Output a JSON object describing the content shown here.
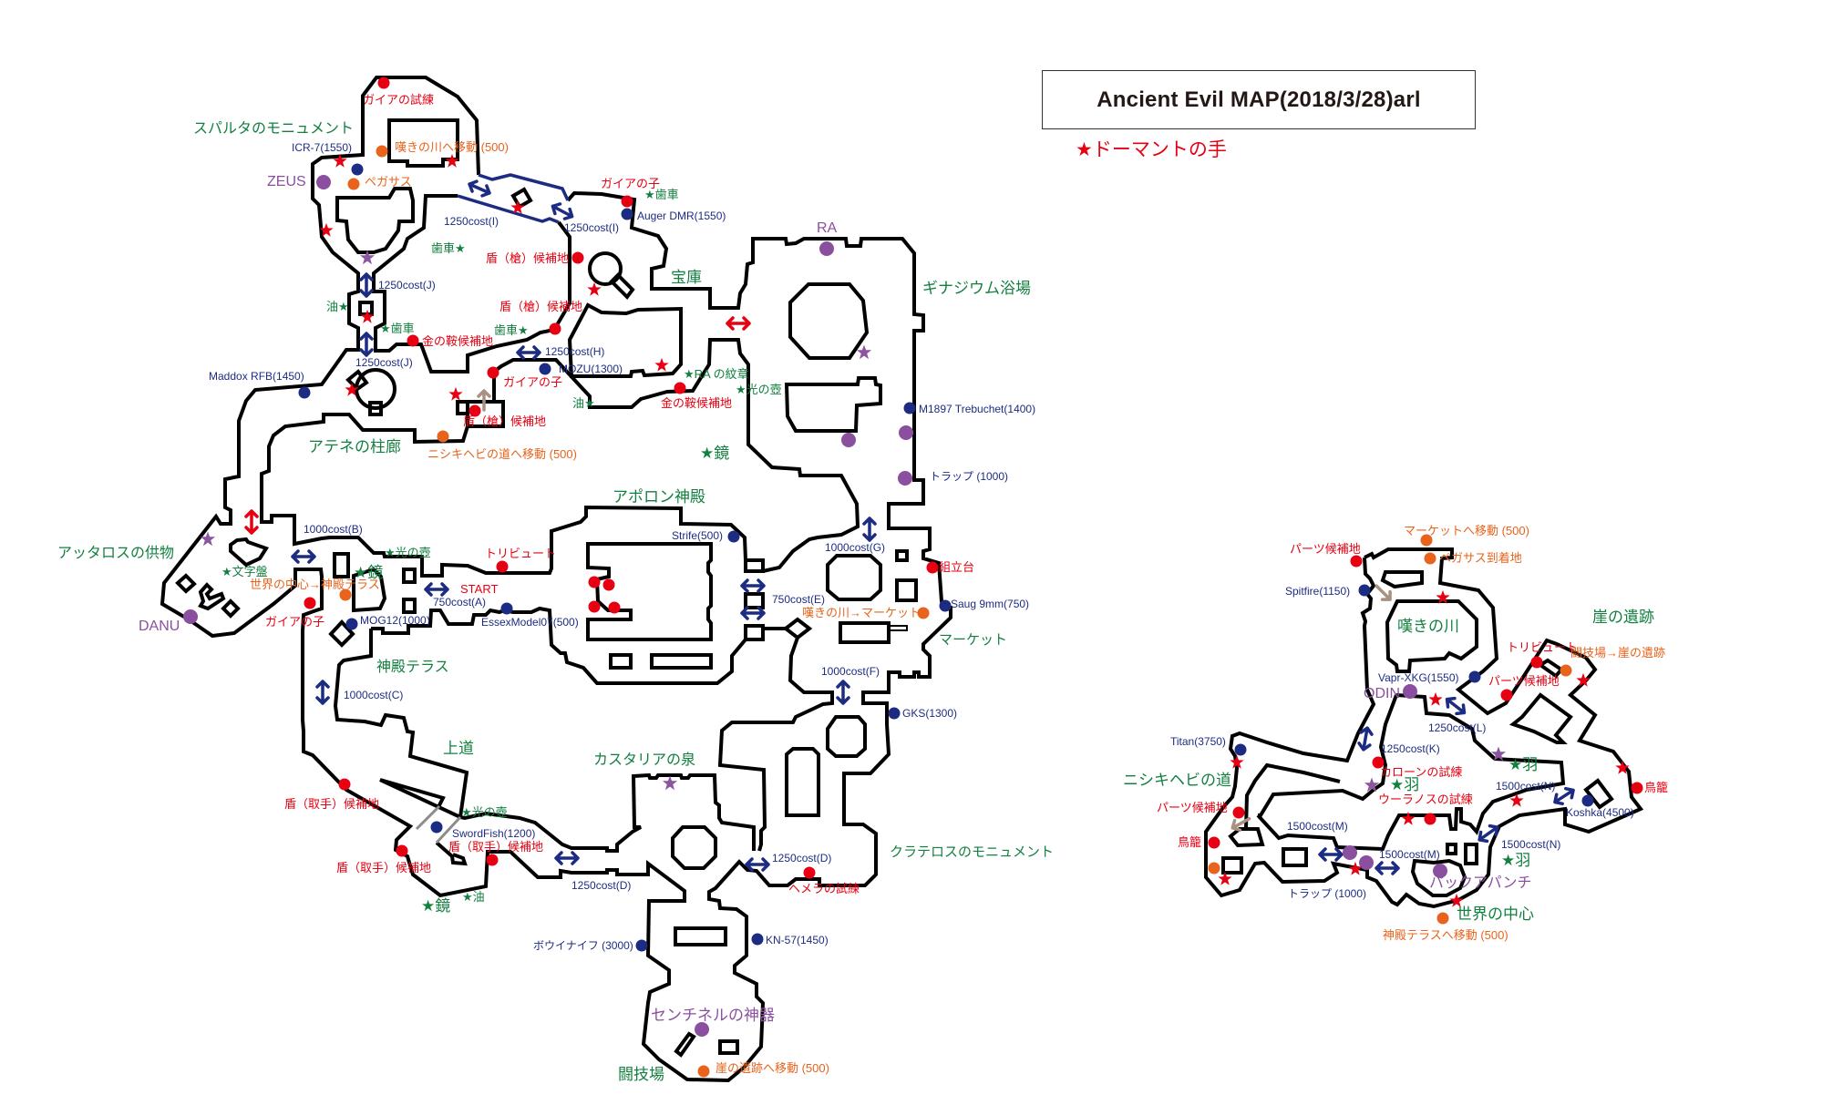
{
  "title": "Ancient Evil MAP(2018/3/28)arl",
  "legend": {
    "dormant_hand": "★ドーマントの手"
  },
  "colors": {
    "area": "#138040",
    "trial": "#e60012",
    "weapon": "#1d2c83",
    "warp": "#e8631c",
    "god": "#8b4f9f",
    "wall": "#000000",
    "door": "#1d2c83",
    "tan": "#a89180",
    "grey": "#8c8c8c"
  },
  "left_map": {
    "labels": [
      {
        "text": "ガイアの試練",
        "type": "trial"
      },
      {
        "text": "スパルタのモニュメント",
        "type": "area"
      },
      {
        "text": "ICR-7(1550)",
        "type": "weapon"
      },
      {
        "text": "嘆きの川へ移動 (500)",
        "type": "warp"
      },
      {
        "text": "ZEUS",
        "type": "god"
      },
      {
        "text": "ペガサス",
        "type": "warp"
      },
      {
        "text": "ガイアの子",
        "type": "trial"
      },
      {
        "text": "★歯車",
        "type": "item"
      },
      {
        "text": "Auger DMR(1550)",
        "type": "weapon"
      },
      {
        "text": "1250cost(I)",
        "type": "door"
      },
      {
        "text": "1250cost(I)",
        "type": "door"
      },
      {
        "text": "RA",
        "type": "god"
      },
      {
        "text": "歯車★",
        "type": "item"
      },
      {
        "text": "盾（槍）候補地",
        "type": "trial"
      },
      {
        "text": "宝庫",
        "type": "area"
      },
      {
        "text": "ギナジウム浴場",
        "type": "area"
      },
      {
        "text": "1250cost(J)",
        "type": "door"
      },
      {
        "text": "油★",
        "type": "item"
      },
      {
        "text": "盾（槍）候補地",
        "type": "trial"
      },
      {
        "text": "★歯車",
        "type": "item"
      },
      {
        "text": "歯車★",
        "type": "item"
      },
      {
        "text": "金の鞍候補地",
        "type": "trial"
      },
      {
        "text": "1250cost(H)",
        "type": "door"
      },
      {
        "text": "1250cost(J)",
        "type": "door"
      },
      {
        "text": "Maddox RFB(1450)",
        "type": "weapon"
      },
      {
        "text": "MOZU(1300)",
        "type": "weapon"
      },
      {
        "text": "★RA の紋章",
        "type": "item"
      },
      {
        "text": "ガイアの子",
        "type": "trial"
      },
      {
        "text": "★光の壺",
        "type": "item"
      },
      {
        "text": "油★",
        "type": "item"
      },
      {
        "text": "金の鞍候補地",
        "type": "trial"
      },
      {
        "text": "M1897 Trebuchet(1400)",
        "type": "weapon"
      },
      {
        "text": "盾（槍）候補地",
        "type": "trial"
      },
      {
        "text": "アテネの柱廊",
        "type": "area"
      },
      {
        "text": "ニシキヘビの道へ移動 (500)",
        "type": "warp"
      },
      {
        "text": "★鏡",
        "type": "item"
      },
      {
        "text": "トラップ (1000)",
        "type": "weapon"
      },
      {
        "text": "アポロン神殿",
        "type": "area"
      },
      {
        "text": "1000cost(B)",
        "type": "door"
      },
      {
        "text": "Strife(500)",
        "type": "weapon"
      },
      {
        "text": "1000cost(G)",
        "type": "door"
      },
      {
        "text": "アッタロスの供物",
        "type": "area"
      },
      {
        "text": "★光の壺",
        "type": "item"
      },
      {
        "text": "トリビュート",
        "type": "trial"
      },
      {
        "text": "組立台",
        "type": "trial"
      },
      {
        "text": "★文字盤",
        "type": "item"
      },
      {
        "text": "★鏡",
        "type": "item"
      },
      {
        "text": "世界の中心→神殿テラス",
        "type": "warp"
      },
      {
        "text": "START",
        "type": "trial"
      },
      {
        "text": "750cost(E)",
        "type": "door"
      },
      {
        "text": "750cost(A)",
        "type": "door"
      },
      {
        "text": "Saug 9mm(750)",
        "type": "weapon"
      },
      {
        "text": "嘆きの川→マーケット",
        "type": "warp"
      },
      {
        "text": "MOG12(1000)",
        "type": "weapon"
      },
      {
        "text": "ガイアの子",
        "type": "trial"
      },
      {
        "text": "EssexModel07(500)",
        "type": "weapon"
      },
      {
        "text": "DANU",
        "type": "god"
      },
      {
        "text": "マーケット",
        "type": "area"
      },
      {
        "text": "神殿テラス",
        "type": "area"
      },
      {
        "text": "1000cost(F)",
        "type": "door"
      },
      {
        "text": "1000cost(C)",
        "type": "door"
      },
      {
        "text": "GKS(1300)",
        "type": "weapon"
      },
      {
        "text": "上道",
        "type": "area"
      },
      {
        "text": "カスタリアの泉",
        "type": "area"
      },
      {
        "text": "盾（取手）候補地",
        "type": "trial"
      },
      {
        "text": "★光の壺",
        "type": "item"
      },
      {
        "text": "SwordFish(1200)",
        "type": "weapon"
      },
      {
        "text": "盾（取手）候補地",
        "type": "trial"
      },
      {
        "text": "クラテロスのモニュメント",
        "type": "area"
      },
      {
        "text": "1250cost(D)",
        "type": "door"
      },
      {
        "text": "盾（取手）候補地",
        "type": "trial"
      },
      {
        "text": "1250cost(D)",
        "type": "door"
      },
      {
        "text": "ヘメラの試練",
        "type": "trial"
      },
      {
        "text": "★油",
        "type": "item"
      },
      {
        "text": "★鏡",
        "type": "item"
      },
      {
        "text": "ボウイナイフ (3000)",
        "type": "weapon"
      },
      {
        "text": "KN-57(1450)",
        "type": "weapon"
      },
      {
        "text": "センチネルの神器",
        "type": "god"
      },
      {
        "text": "崖の遺跡へ移動 (500)",
        "type": "warp"
      },
      {
        "text": "闘技場",
        "type": "area"
      }
    ]
  },
  "right_map": {
    "labels": [
      {
        "text": "マーケットへ移動 (500)",
        "type": "warp"
      },
      {
        "text": "パーツ候補地",
        "type": "trial"
      },
      {
        "text": "ペガサス到着地",
        "type": "warp"
      },
      {
        "text": "Spitfire(1150)",
        "type": "weapon"
      },
      {
        "text": "崖の遺跡",
        "type": "area"
      },
      {
        "text": "嘆きの川",
        "type": "area"
      },
      {
        "text": "トリビュート",
        "type": "trial"
      },
      {
        "text": "闘技場→崖の遺跡",
        "type": "warp"
      },
      {
        "text": "Vapr-XKG(1550)",
        "type": "weapon"
      },
      {
        "text": "パーツ候補地",
        "type": "trial"
      },
      {
        "text": "ODIN",
        "type": "god"
      },
      {
        "text": "1250cost(L)",
        "type": "door"
      },
      {
        "text": "Titan(3750)",
        "type": "weapon"
      },
      {
        "text": "1250cost(K)",
        "type": "door"
      },
      {
        "text": "★羽",
        "type": "item"
      },
      {
        "text": "カローンの試練",
        "type": "trial"
      },
      {
        "text": "ニシキヘビの道",
        "type": "area"
      },
      {
        "text": "★羽",
        "type": "item"
      },
      {
        "text": "1500cost(N)",
        "type": "door"
      },
      {
        "text": "鳥籠",
        "type": "trial"
      },
      {
        "text": "ウーラノスの試練",
        "type": "trial"
      },
      {
        "text": "パーツ候補地",
        "type": "trial"
      },
      {
        "text": "Koshka(4500)",
        "type": "weapon"
      },
      {
        "text": "1500cost(M)",
        "type": "door"
      },
      {
        "text": "鳥籠",
        "type": "trial"
      },
      {
        "text": "1500cost(N)",
        "type": "door"
      },
      {
        "text": "1500cost(M)",
        "type": "door"
      },
      {
        "text": "★羽",
        "type": "item"
      },
      {
        "text": "パックアパンチ",
        "type": "god"
      },
      {
        "text": "トラップ (1000)",
        "type": "weapon"
      },
      {
        "text": "世界の中心",
        "type": "area"
      },
      {
        "text": "神殿テラスへ移動 (500)",
        "type": "warp"
      }
    ]
  }
}
